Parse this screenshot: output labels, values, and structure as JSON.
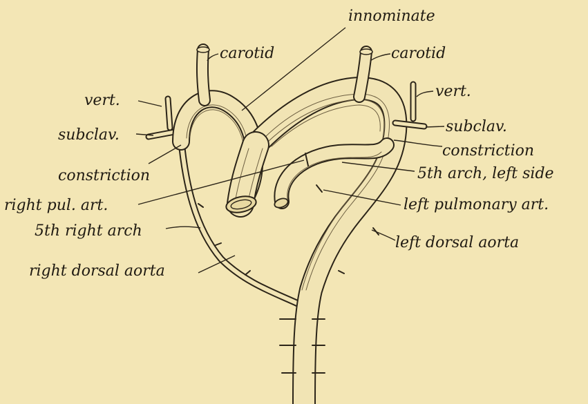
{
  "labels": {
    "innominate": "innominate",
    "carotid_right": "carotid",
    "carotid_left": "carotid",
    "vert_right": "vert.",
    "vert_left": "vert.",
    "subclav_right": "subclav.",
    "subclav_left": "subclav.",
    "constriction_right": "constriction",
    "constriction_left": "constriction",
    "fifth_arch_left": "5th arch, left side",
    "right_pul_art": "right pul. art.",
    "left_pulmonary_art": "left pulmonary art.",
    "fifth_right_arch": "5th right arch",
    "left_dorsal_aorta": "left dorsal aorta",
    "right_dorsal_aorta": "right dorsal aorta"
  },
  "colors": {
    "paper": "#f3e6b5",
    "ink": "#2b2418"
  }
}
